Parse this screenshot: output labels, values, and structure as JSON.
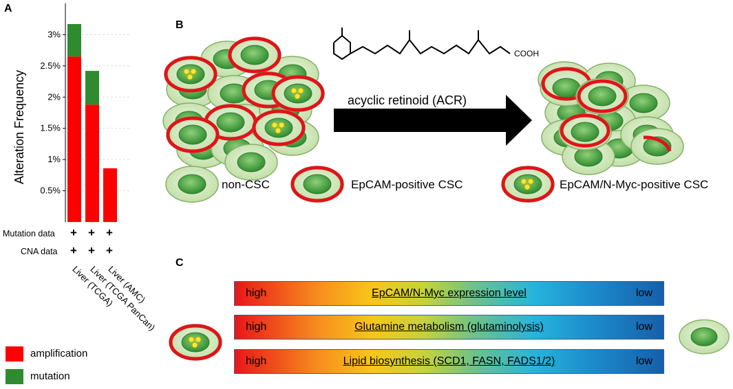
{
  "panels": {
    "a": "A",
    "b": "B",
    "c": "C"
  },
  "chart_data": {
    "type": "bar",
    "ylabel": "Alteration Frequency",
    "y_ticks": [
      "0.5%",
      "1%",
      "1.5%",
      "2%",
      "2.5%",
      "3%"
    ],
    "ylim": [
      0,
      3.5
    ],
    "categories": [
      "Liver (TCGA)",
      "Liver (TCGA PanCan)",
      "Liver (AMC)"
    ],
    "series": [
      {
        "name": "amplification",
        "values": [
          2.65,
          1.88,
          0.86
        ],
        "color": "#ff0000"
      },
      {
        "name": "mutation",
        "values": [
          0.52,
          0.54,
          0.0
        ],
        "color": "#2e8b2e"
      }
    ],
    "row_labels": {
      "mutation": "Mutation data",
      "cna": "CNA data"
    },
    "row_marks": "+",
    "legend": [
      {
        "label": "amplification",
        "color": "#ff0000"
      },
      {
        "label": "mutation",
        "color": "#2e8b2e"
      }
    ],
    "grid": true
  },
  "panel_b": {
    "acr_label": "acyclic retinoid (ACR)",
    "cooh": "COOH",
    "legend": {
      "non_csc": "non-CSC",
      "epcam_csc": "EpCAM-positive CSC",
      "nmyc_csc": "EpCAM/N-Myc-positive CSC"
    },
    "colors": {
      "cell": "#cfe6b8",
      "nucleus": "#3f9a3c",
      "ring": "#e0141a",
      "dot": "#f2e93a"
    }
  },
  "panel_c": {
    "bars": [
      {
        "high": "high",
        "title": "EpCAM/N-Myc expression level",
        "low": "low"
      },
      {
        "high": "high",
        "title": "Glutamine metabolism (glutaminolysis)",
        "low": "low"
      },
      {
        "high": "high",
        "title": "Lipid biosynthesis (SCD1, FASN, FADS1/2)",
        "low": "low"
      }
    ]
  }
}
